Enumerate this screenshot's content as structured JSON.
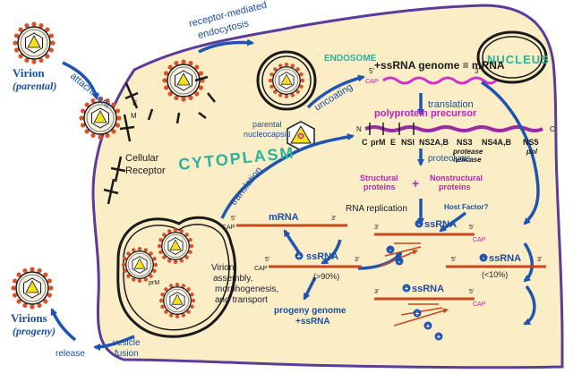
{
  "colors": {
    "cell_fill": "#fbeec6",
    "membrane": "#5b3c99",
    "arrow": "#1f55b0",
    "rna_strand": "#c8461e",
    "genome_strand": "#cc33cc",
    "label_blue": "#1a4fa0",
    "label_magenta": "#bb22bb",
    "label_teal": "#2bb1a0",
    "virion_core": "#f3e01a"
  },
  "labels": {
    "virion_parental_title": "Virion",
    "virion_parental_sub": "(parental)",
    "attachment": "attachment",
    "receptor_endocytosis": [
      "receptor-mediated",
      "endocytosis"
    ],
    "envelope_e": "E",
    "envelope_m": "M",
    "cellular_receptor": [
      "Cellular",
      "Receptor"
    ],
    "endosome": "ENDOSOME",
    "nucleus": "NUCLEUS",
    "cytoplasm": "CYTOPLASM",
    "uncoating": "uncoating",
    "parental_nucleocapsid": [
      "parental",
      "nucleocapsid"
    ],
    "genome_title": "+ssRNA genome ≡ mRNA",
    "five_prime": "5'",
    "three_prime": "3'",
    "cap": "CAP",
    "translation": "translation",
    "polyprotein": "polyprotein precursor",
    "n_term": "N",
    "c_term": "C",
    "gene_c": "C",
    "gene_prm": "prM",
    "gene_e": "E",
    "gene_ns1": "NSI",
    "gene_ns2ab": "NS2A,B",
    "gene_ns3": "NS3",
    "gene_ns4ab": "NS4A,B",
    "gene_ns5": "NS5",
    "protease": "protease",
    "helicase": "helicase",
    "pol": "pol",
    "proteolysis": "proteolysis",
    "structural_proteins": [
      "Structural",
      "proteins"
    ],
    "plus": "+",
    "nonstructural_proteins": [
      "Nonstructural",
      "proteins"
    ],
    "rna_replication": "RNA replication",
    "host_factor": "Host Factor?",
    "translation2": "translation",
    "mrna": "mRNA",
    "plus_ssrna": "ssRNA",
    "minus_ssrna": "ssRNA",
    "gt90": "(>90%)",
    "lt10": "(<10%)",
    "progeny_genome": [
      "progeny genome",
      "+ssRNA"
    ],
    "assembly": [
      "Virion",
      "assembly,",
      "morphogenesis,",
      "and transport"
    ],
    "prm": "prM",
    "virions_progeny_title": "Virions",
    "virions_progeny_sub": "(progeny)",
    "release": "release",
    "vesicle_fusion": [
      "vesicle",
      "fusion"
    ]
  }
}
